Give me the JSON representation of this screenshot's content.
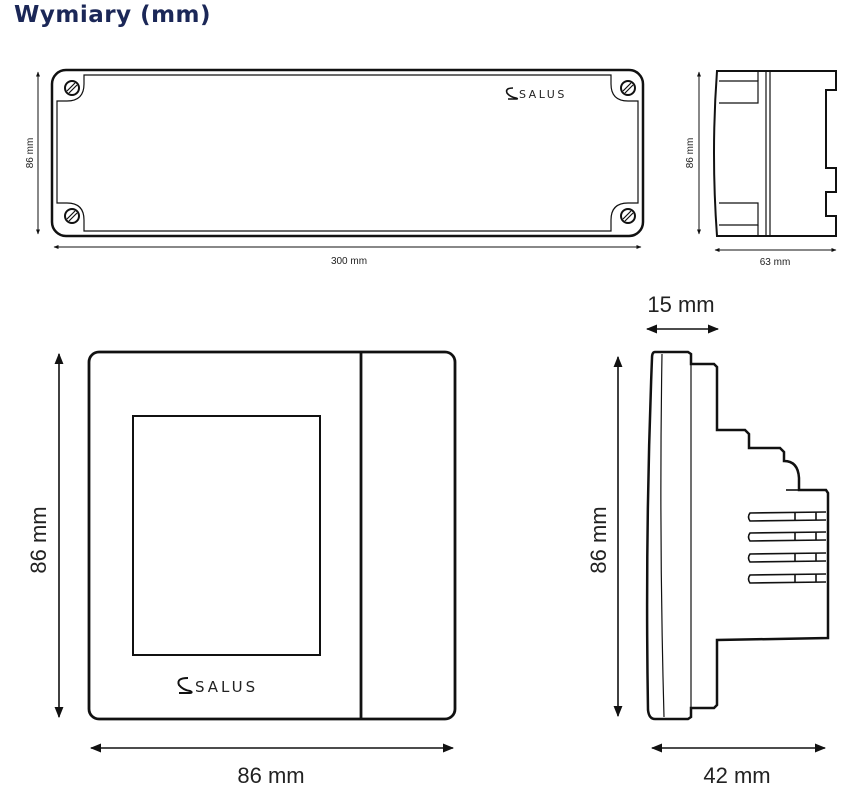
{
  "title": "Wymiary (mm)",
  "colors": {
    "title": "#1b2757",
    "line": "#111111"
  },
  "brand_logo": "SALUS",
  "views": {
    "controller_front": {
      "height_label": "86 mm",
      "width_label": "300 mm"
    },
    "controller_side": {
      "height_label": "86 mm",
      "depth_label": "63 mm"
    },
    "thermostat_front": {
      "height_label": "86 mm",
      "width_label": "86 mm"
    },
    "thermostat_side": {
      "height_label": "86 mm",
      "front_depth_label": "15 mm",
      "depth_label": "42 mm"
    }
  }
}
